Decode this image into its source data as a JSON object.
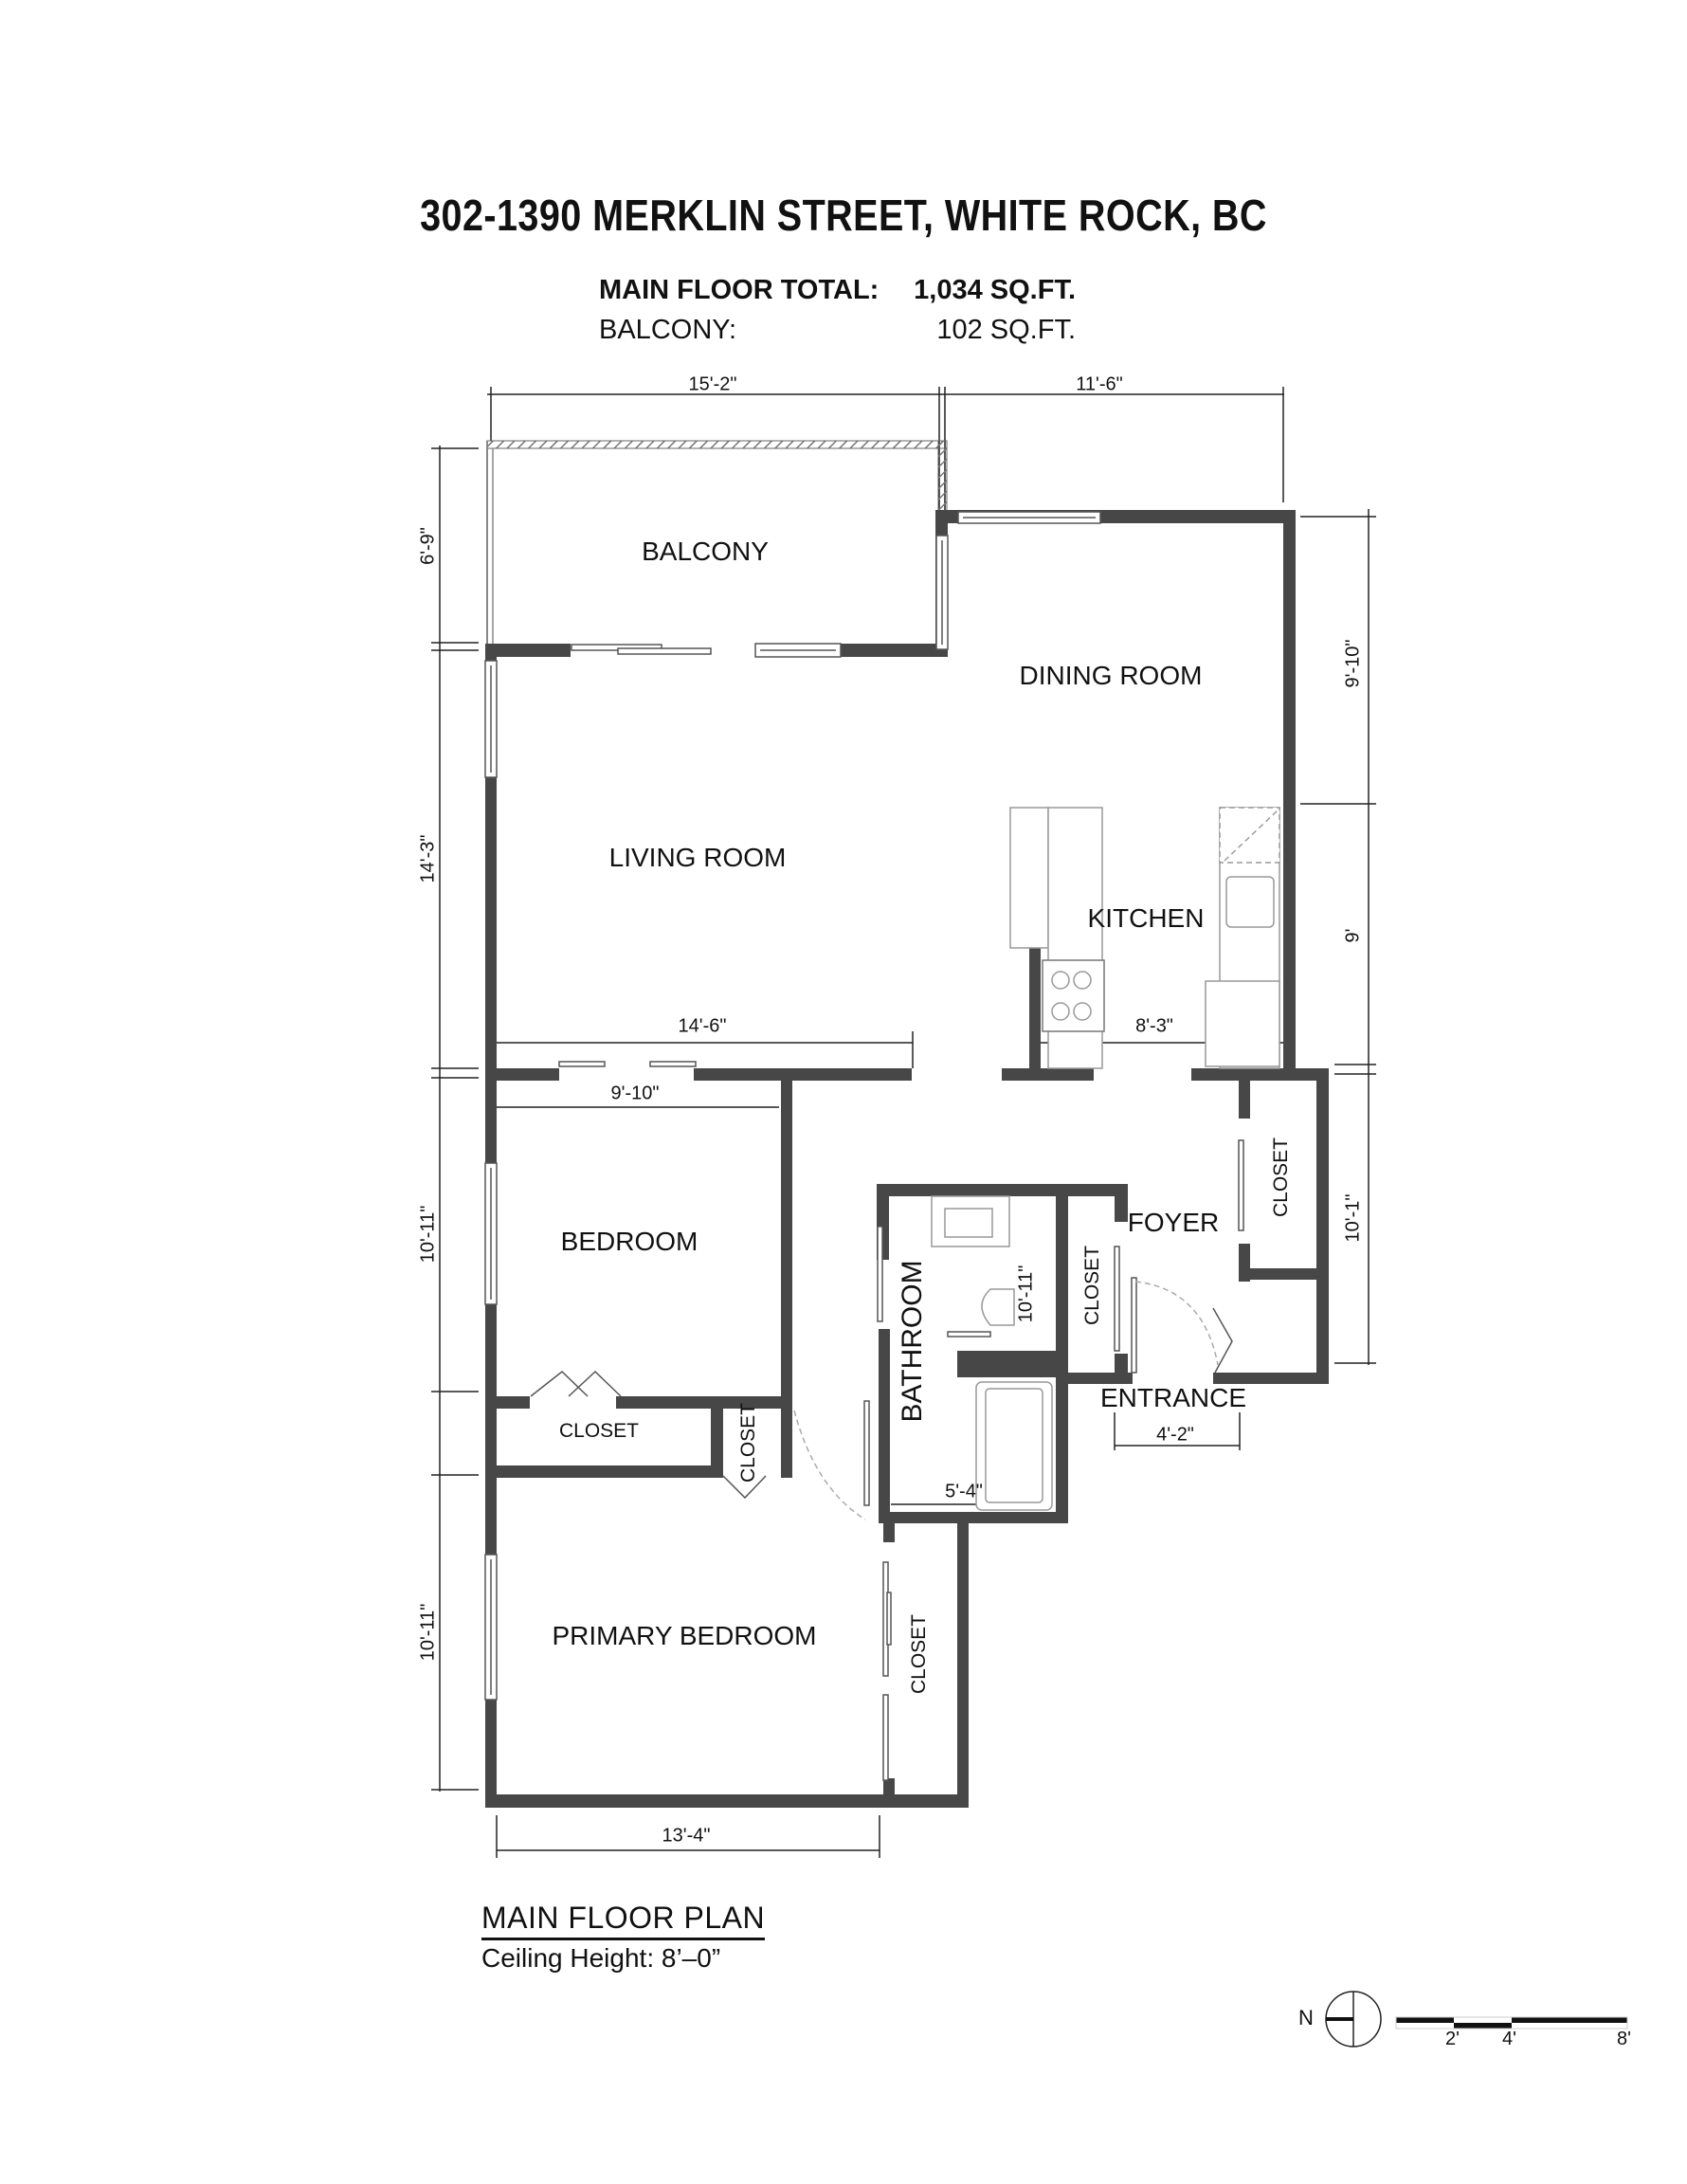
{
  "header": {
    "address": "302-1390 MERKLIN STREET, WHITE ROCK, BC",
    "main_floor_label": "MAIN FLOOR TOTAL:",
    "main_floor_value": "1,034 SQ.FT.",
    "balcony_label": "BALCONY:",
    "balcony_value": "102 SQ.FT."
  },
  "rooms": {
    "balcony": "BALCONY",
    "dining_room": "DINING ROOM",
    "living_room": "LIVING ROOM",
    "kitchen": "KITCHEN",
    "bedroom": "BEDROOM",
    "bedroom_closet": "CLOSET",
    "hall_closet": "CLOSET",
    "bathroom": "BATHROOM",
    "foyer": "FOYER",
    "foyer_closet": "CLOSET",
    "entry_closet": "CLOSET",
    "entrance": "ENTRANCE",
    "primary_bedroom": "PRIMARY BEDROOM",
    "primary_closet": "CLOSET"
  },
  "dimensions": {
    "top_left": "15'-2\"",
    "top_right": "11'-6\"",
    "left_balcony": "6'-9\"",
    "left_living": "14'-3\"",
    "left_bedroom": "10'-11\"",
    "left_primary": "10'-11\"",
    "right_dining": "9'-10\"",
    "right_kitchen": "9'",
    "right_foyer": "10'-1\"",
    "living_width": "14'-6\"",
    "kitchen_width": "8'-3\"",
    "bedroom_width": "9'-10\"",
    "bathroom_length": "10'-11\"",
    "bathroom_width": "5'-4\"",
    "entrance_width": "4'-2\"",
    "primary_width": "13'-4\""
  },
  "footer": {
    "plan_title": "MAIN FLOOR PLAN",
    "ceiling_height": "Ceiling Height: 8’–0”"
  },
  "legend": {
    "north_label": "N",
    "scale_ticks": [
      "2'",
      "4'",
      "8'"
    ]
  },
  "colors": {
    "wall": "#474747",
    "fixture": "#9a9a9a",
    "text": "#111111"
  }
}
